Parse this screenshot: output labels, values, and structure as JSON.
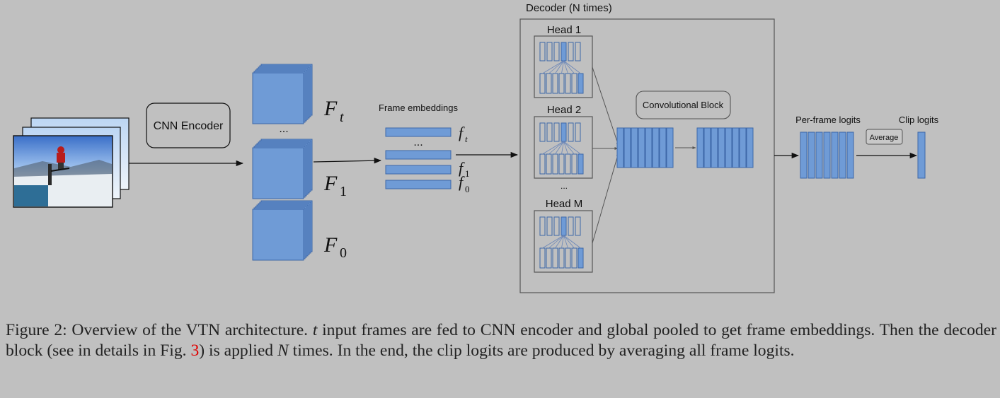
{
  "diagram": {
    "encoder_label": "CNN Encoder",
    "feature_maps": [
      {
        "symbol": "F",
        "sub": "t"
      },
      {
        "symbol": "F",
        "sub": "1"
      },
      {
        "symbol": "F",
        "sub": "0"
      }
    ],
    "feature_ellipsis": "...",
    "embeddings_title": "Frame embeddings",
    "embedding_ellipsis": "...",
    "embeddings": [
      {
        "symbol": "f",
        "sub": "t"
      },
      {
        "symbol": "f",
        "sub": "1"
      },
      {
        "symbol": "f",
        "sub": "0"
      }
    ],
    "decoder_title": "Decoder (N times)",
    "heads": [
      "Head 1",
      "Head 2",
      "Head M"
    ],
    "heads_ellipsis": "...",
    "conv_block_label": "Convolutional Block",
    "per_frame_logits_label": "Per-frame logits",
    "average_label": "Average",
    "clip_logits_label": "Clip logits"
  },
  "caption": {
    "prefix": "Figure 2: Overview of the VTN architecture.",
    "var_t": "t",
    "part1": "input frames are fed to CNN encoder and global pooled to get frame embeddings. Then the decoder block (see in details in Fig.",
    "fig_ref": "3",
    "part2": ") is applied",
    "var_n": "N",
    "part3": "times. In the end, the clip logits are produced by averaging all frame logits."
  },
  "colors": {
    "background": "#c0c0c0",
    "block_fill": "#6f9bd6",
    "block_stroke": "#3d67a8",
    "fig_ref": "#e00000"
  }
}
